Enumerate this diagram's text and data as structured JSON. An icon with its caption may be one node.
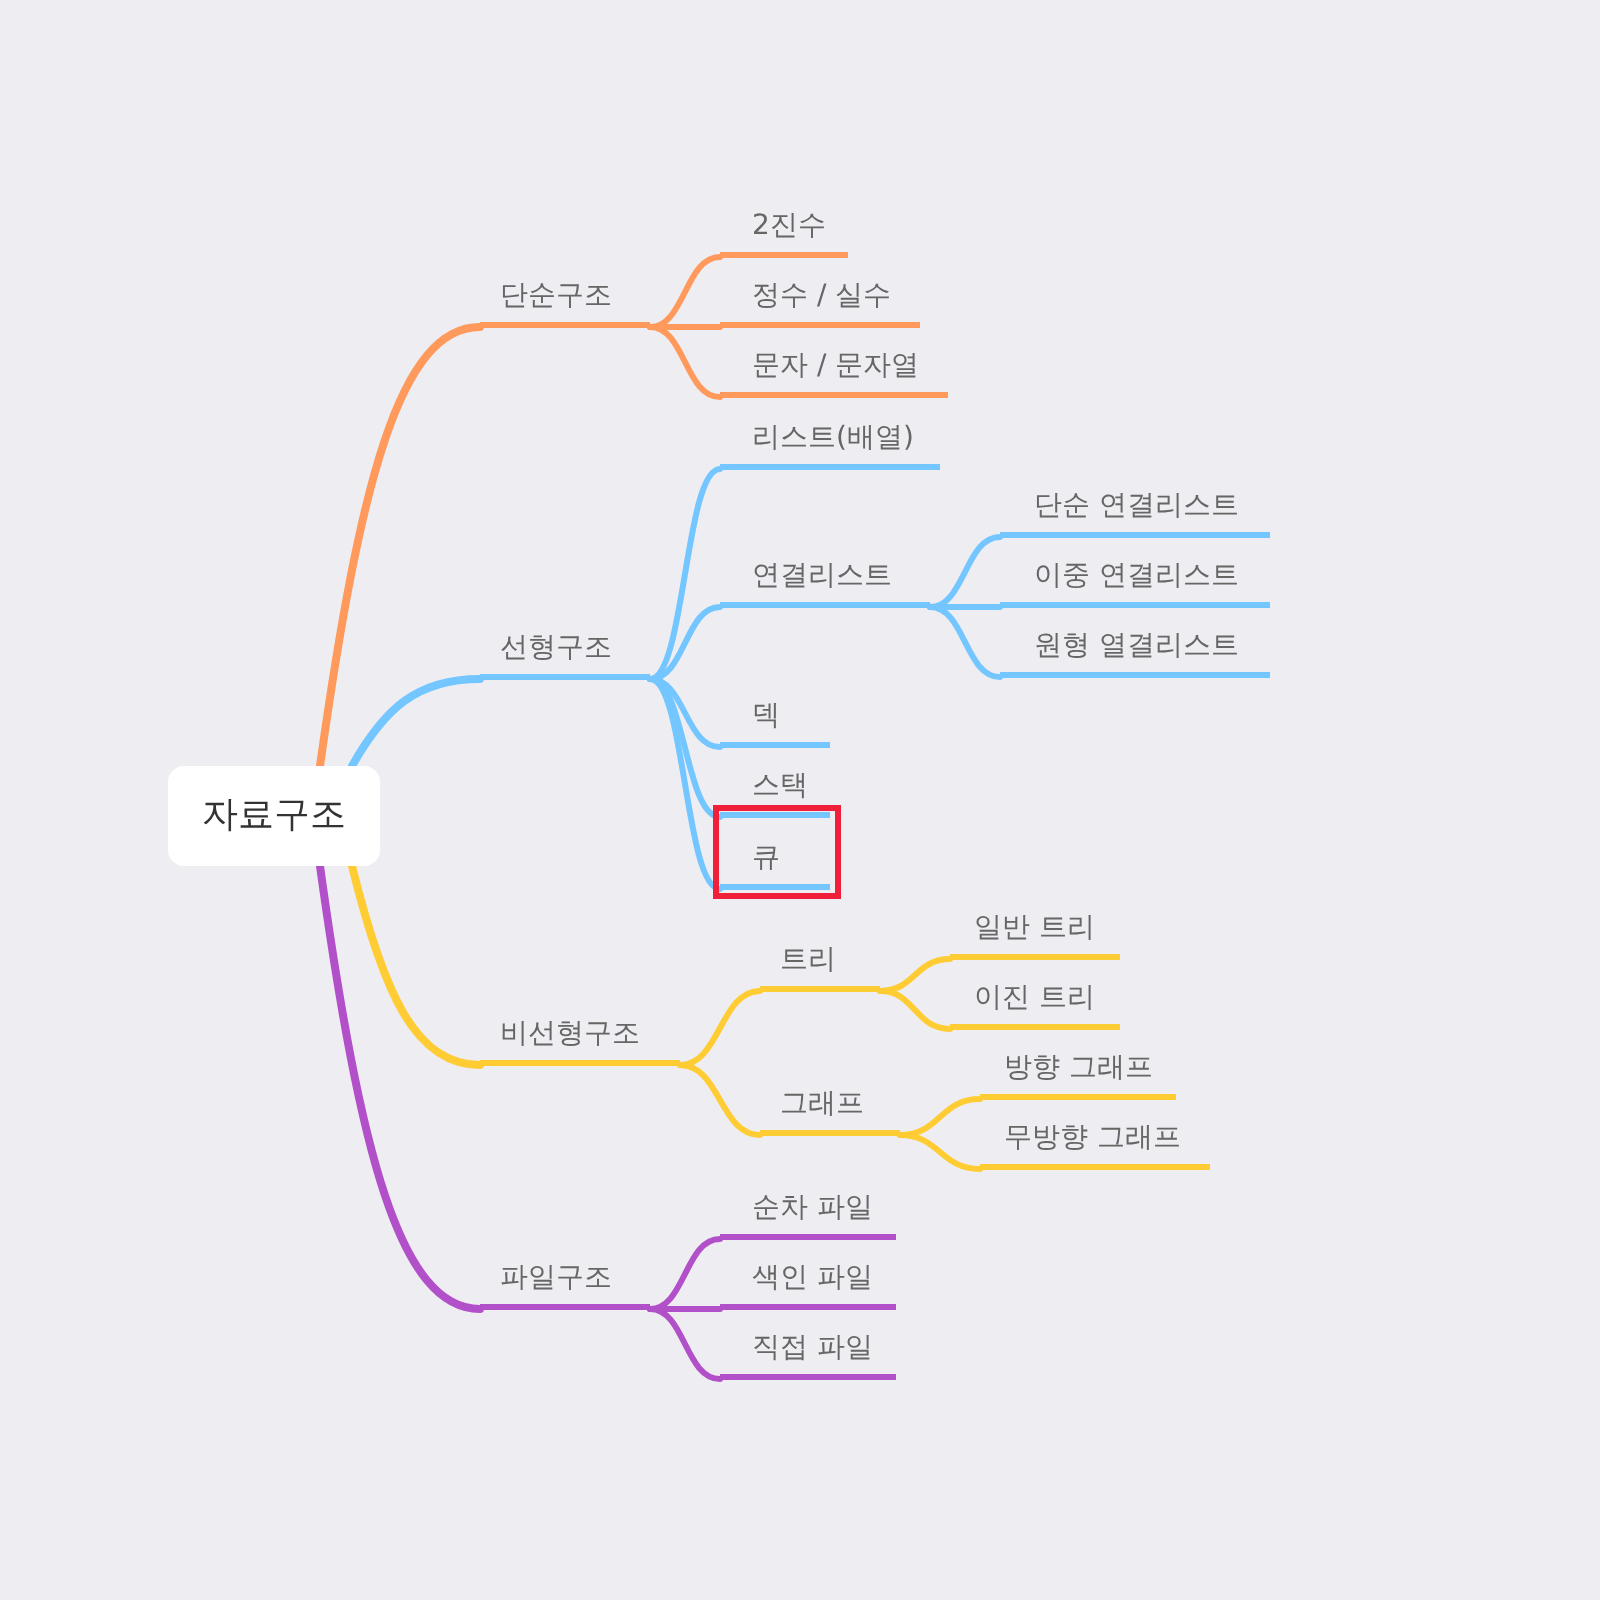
{
  "diagram": {
    "nodes": [
      {
        "text": [
          "자료구조"
        ]
      },
      {
        "text": [
          "단순구조"
        ]
      },
      {
        "text": [
          "2진수"
        ]
      },
      {
        "text": [
          "정수 / 실수"
        ]
      },
      {
        "text": [
          "문자 / 문자열"
        ]
      },
      {
        "text": [
          "선형구조"
        ]
      },
      {
        "text": [
          "리스트(배열)"
        ]
      },
      {
        "text": [
          "연결리스트"
        ]
      },
      {
        "text": [
          "단순 연결리스트"
        ]
      },
      {
        "text": [
          "이중 연결리스트"
        ]
      },
      {
        "text": [
          "원형 열결리스트"
        ]
      },
      {
        "text": [
          "덱"
        ]
      },
      {
        "text": [
          "스택"
        ]
      },
      {
        "text": [
          "큐"
        ]
      },
      {
        "text": [
          "비선형구조"
        ]
      },
      {
        "text": [
          "트리"
        ]
      },
      {
        "text": [
          "일반 트리"
        ]
      },
      {
        "text": [
          "이진 트리"
        ]
      },
      {
        "text": [
          "그래프"
        ]
      },
      {
        "text": [
          "방향 그래프"
        ]
      },
      {
        "text": [
          "무방향 그래프"
        ]
      },
      {
        "text": [
          "파일구조"
        ]
      },
      {
        "text": [
          "순차 파일"
        ]
      },
      {
        "text": [
          "색인 파일"
        ]
      },
      {
        "text": [
          "직접 파일"
        ]
      }
    ],
    "edges": [
      {
        "from": 0,
        "to": 1,
        "arrow": "none",
        "color": "#ff9a5c"
      },
      {
        "from": 1,
        "to": 2,
        "arrow": "none",
        "color": "#ff9a5c"
      },
      {
        "from": 1,
        "to": 3,
        "arrow": "none",
        "color": "#ff9a5c"
      },
      {
        "from": 1,
        "to": 4,
        "arrow": "none",
        "color": "#ff9a5c"
      },
      {
        "from": 0,
        "to": 5,
        "arrow": "none",
        "color": "#73c6ff"
      },
      {
        "from": 5,
        "to": 6,
        "arrow": "none",
        "color": "#73c6ff"
      },
      {
        "from": 5,
        "to": 7,
        "arrow": "none",
        "color": "#73c6ff"
      },
      {
        "from": 7,
        "to": 8,
        "arrow": "none",
        "color": "#73c6ff"
      },
      {
        "from": 7,
        "to": 9,
        "arrow": "none",
        "color": "#73c6ff"
      },
      {
        "from": 7,
        "to": 10,
        "arrow": "none",
        "color": "#73c6ff"
      },
      {
        "from": 5,
        "to": 11,
        "arrow": "none",
        "color": "#73c6ff"
      },
      {
        "from": 5,
        "to": 12,
        "arrow": "none",
        "color": "#73c6ff"
      },
      {
        "from": 5,
        "to": 13,
        "arrow": "none",
        "color": "#73c6ff"
      },
      {
        "from": 0,
        "to": 14,
        "arrow": "none",
        "color": "#ffcc33"
      },
      {
        "from": 14,
        "to": 15,
        "arrow": "none",
        "color": "#ffcc33"
      },
      {
        "from": 15,
        "to": 16,
        "arrow": "none",
        "color": "#ffcc33"
      },
      {
        "from": 15,
        "to": 17,
        "arrow": "none",
        "color": "#ffcc33"
      },
      {
        "from": 14,
        "to": 18,
        "arrow": "none",
        "color": "#ffcc33"
      },
      {
        "from": 18,
        "to": 19,
        "arrow": "none",
        "color": "#ffcc33"
      },
      {
        "from": 18,
        "to": 20,
        "arrow": "none",
        "color": "#ffcc33"
      },
      {
        "from": 0,
        "to": 21,
        "arrow": "none",
        "color": "#b150c8"
      },
      {
        "from": 21,
        "to": 22,
        "arrow": "none",
        "color": "#b150c8"
      },
      {
        "from": 21,
        "to": 23,
        "arrow": "none",
        "color": "#b150c8"
      },
      {
        "from": 21,
        "to": 24,
        "arrow": "none",
        "color": "#b150c8"
      }
    ]
  }
}
